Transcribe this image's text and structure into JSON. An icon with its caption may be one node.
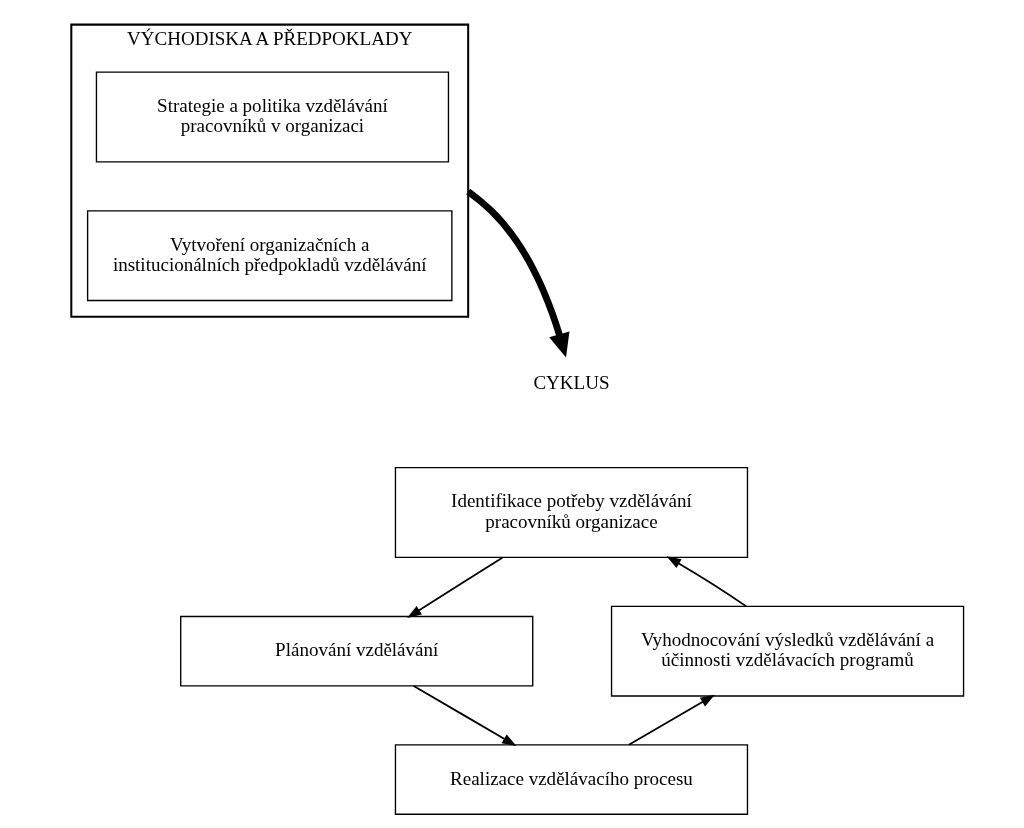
{
  "diagram": {
    "nodes": [
      {
        "text": [
          "VÝCHODISKA A PŘEDPOKLADY"
        ]
      },
      {
        "text": [
          "Strategie a politika vzdělávání pracovníků v organizaci"
        ],
        "in": 0
      },
      {
        "text": [
          "Vytvoření organizačních a institucionálních předpokladů vzdělávání"
        ],
        "in": 0
      },
      {
        "text": [
          "CYKLUS"
        ]
      },
      {
        "text": [
          "Identifikace potřeby vzdělávání pracovníků organizace"
        ]
      },
      {
        "text": [
          "Plánování vzdělávání"
        ]
      },
      {
        "text": [
          "Realizace vzdělávacího procesu"
        ]
      },
      {
        "text": [
          "Vyhodnocování výsledků vzdělávání a účinnosti vzdělávacích programů"
        ]
      }
    ],
    "edges": [
      {
        "from": 0,
        "to": 3,
        "arrow": "to",
        "style": "thick"
      },
      {
        "from": 4,
        "to": 5,
        "arrow": "to"
      },
      {
        "from": 5,
        "to": 6,
        "arrow": "to"
      },
      {
        "from": 6,
        "to": 7,
        "arrow": "to"
      },
      {
        "from": 7,
        "to": 4,
        "arrow": "to"
      }
    ]
  }
}
